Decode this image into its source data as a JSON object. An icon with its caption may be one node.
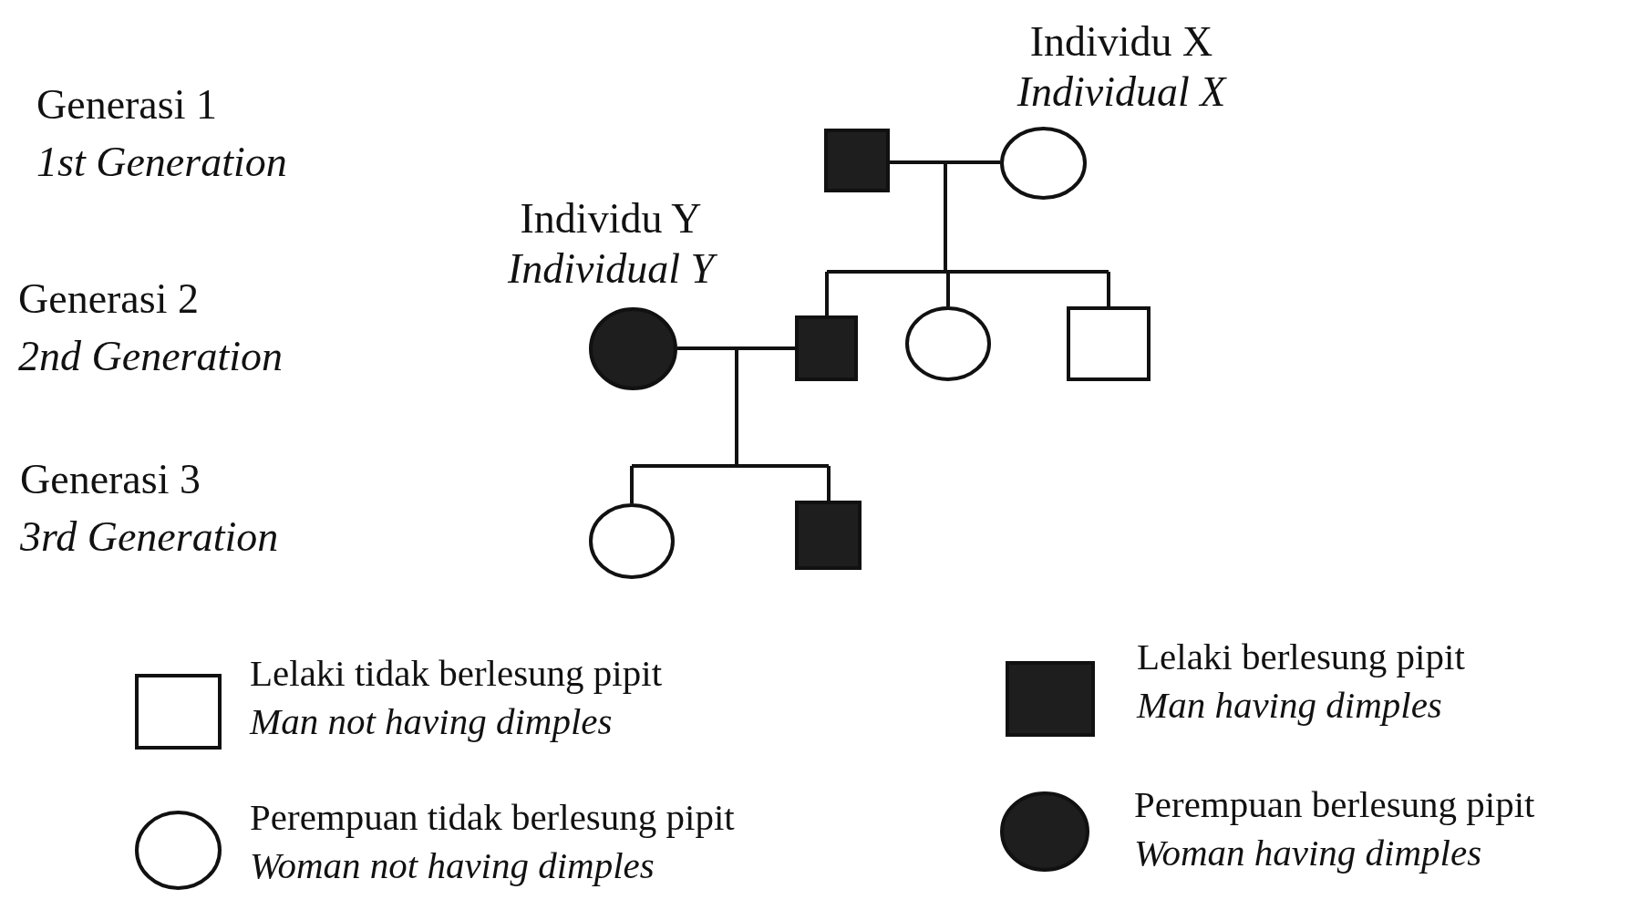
{
  "diagram": {
    "nodes": [
      {
        "text": [],
        "shape": "box"
      },
      {
        "text": [],
        "shape": "circle",
        "beside": [
          "Individu X",
          "Individual X"
        ]
      },
      {
        "text": [],
        "shape": "circle",
        "beside": [
          "Individu Y",
          "Individual Y"
        ]
      },
      {
        "text": [],
        "shape": "box"
      },
      {
        "text": [],
        "shape": "circle"
      },
      {
        "text": [],
        "shape": "box"
      },
      {
        "text": [],
        "shape": "circle"
      },
      {
        "text": [],
        "shape": "box"
      }
    ],
    "edges": [
      {
        "from": 0,
        "to": 1,
        "arrow": "none"
      },
      {
        "from": 0,
        "to": 3,
        "arrow": "none"
      },
      {
        "from": 0,
        "to": 4,
        "arrow": "none"
      },
      {
        "from": 0,
        "to": 5,
        "arrow": "none"
      },
      {
        "from": 1,
        "to": 3,
        "arrow": "none"
      },
      {
        "from": 1,
        "to": 4,
        "arrow": "none"
      },
      {
        "from": 1,
        "to": 5,
        "arrow": "none"
      },
      {
        "from": 2,
        "to": 3,
        "arrow": "none"
      },
      {
        "from": 2,
        "to": 6,
        "arrow": "none"
      },
      {
        "from": 2,
        "to": 7,
        "arrow": "none"
      },
      {
        "from": 3,
        "to": 6,
        "arrow": "none"
      },
      {
        "from": 3,
        "to": 7,
        "arrow": "none"
      }
    ],
    "labels": [
      "Generasi 1",
      "1st Generation",
      "Generasi 2",
      "2nd Generation",
      "Generasi 3",
      "3rd Generation"
    ],
    "legend": [
      {
        "text": "Lelaki tidak berlesung pipit *Man not having dimples*"
      },
      {
        "text": "Lelaki berlesung pipit *Man having dimples*"
      },
      {
        "text": "Perempuan tidak berlesung pipit *Woman not having dimples*"
      },
      {
        "text": "Perempuan berlesung pipit *Woman having dimples*"
      }
    ]
  }
}
